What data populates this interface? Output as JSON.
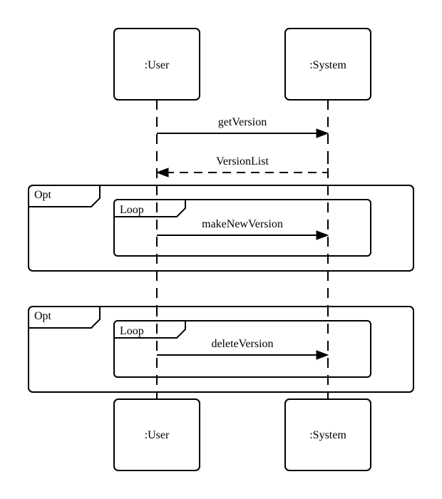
{
  "participants": [
    {
      "id": "user",
      "label": ":User"
    },
    {
      "id": "system",
      "label": ":System"
    }
  ],
  "messages": [
    {
      "id": "get-version",
      "label": "getVersion",
      "from": "user",
      "to": "system",
      "style": "solid"
    },
    {
      "id": "version-list",
      "label": "VersionList",
      "from": "system",
      "to": "user",
      "style": "dashed"
    }
  ],
  "fragments": [
    {
      "id": "opt-1",
      "operator": "Opt",
      "inner": {
        "operator": "Loop",
        "message": {
          "label": "makeNewVersion",
          "from": "user",
          "to": "system",
          "style": "solid"
        }
      }
    },
    {
      "id": "opt-2",
      "operator": "Opt",
      "inner": {
        "operator": "Loop",
        "message": {
          "label": "deleteVersion",
          "from": "user",
          "to": "system",
          "style": "solid"
        }
      }
    }
  ]
}
